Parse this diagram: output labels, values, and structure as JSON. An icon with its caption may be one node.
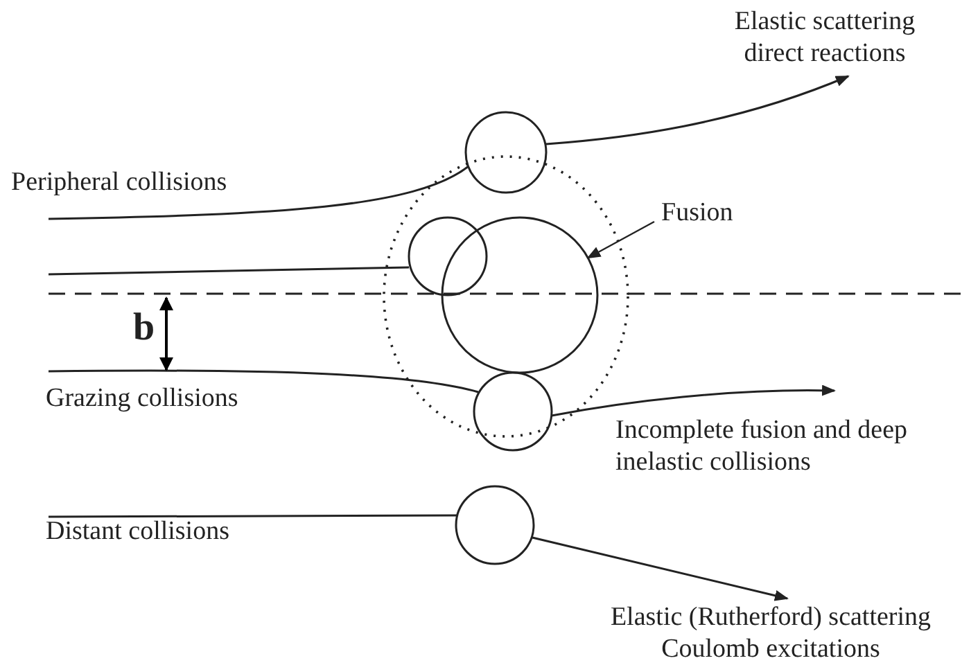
{
  "diagram": {
    "nodes": [
      {
        "text": [
          "Fusion"
        ]
      },
      {
        "text": [],
        "shape": "circle"
      }
    ],
    "edges": [
      {
        "from": 0,
        "to": 1,
        "arrow": "to"
      }
    ],
    "labels": [
      "Elastic scattering direct reactions",
      "Peripheral collisions",
      "b",
      "Grazing collisions",
      "Incomplete fusion and deep inelastic collisions",
      "Distant collisions",
      "Elastic (Rutherford) scattering Coulomb excitations"
    ]
  }
}
